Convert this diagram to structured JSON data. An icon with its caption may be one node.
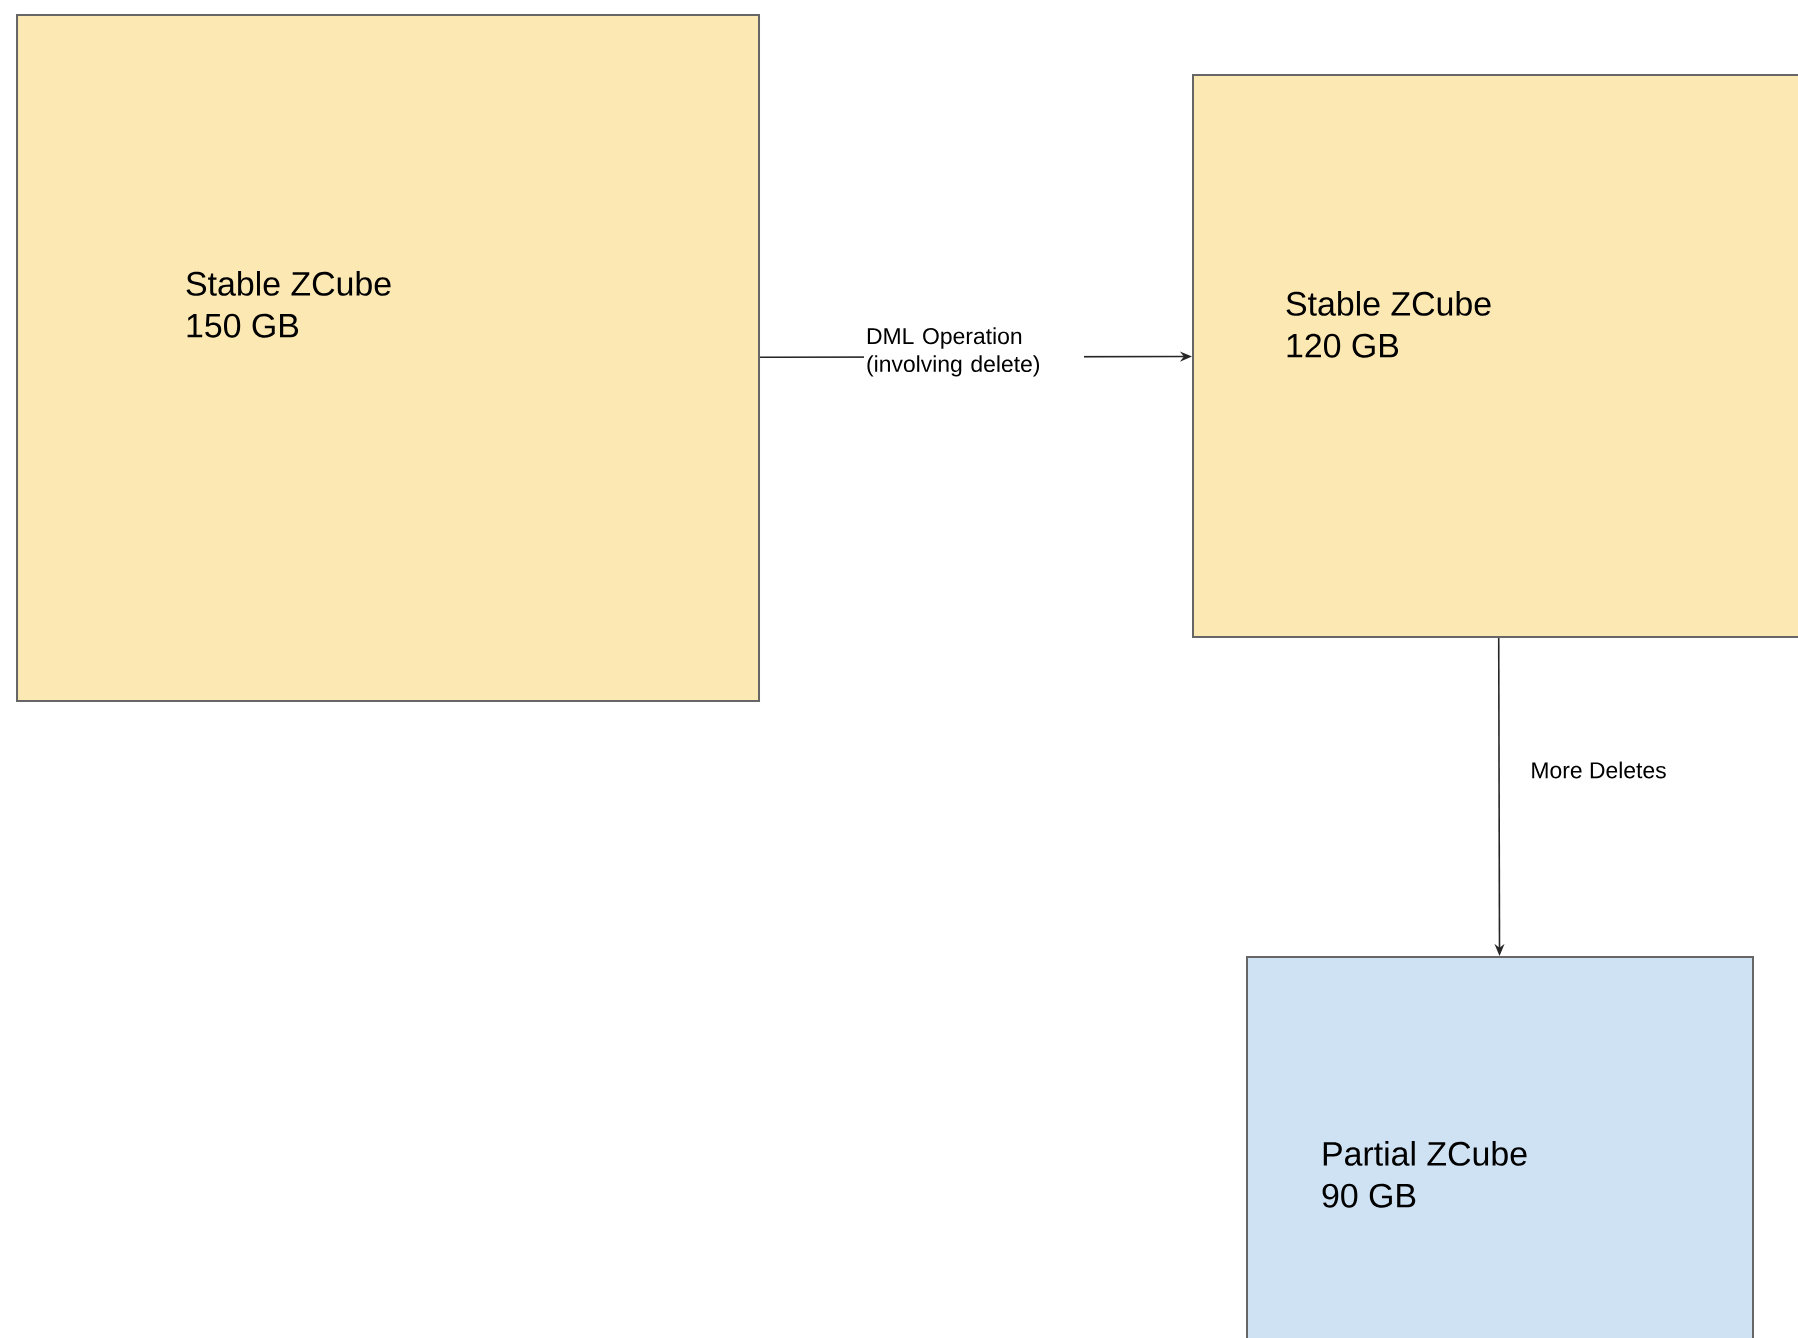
{
  "diagram": {
    "nodes": [
      {
        "text": [
          "Stable ZCube",
          "150 GB"
        ]
      },
      {
        "text": [
          "Stable ZCube",
          "120 GB"
        ]
      },
      {
        "text": [
          "Partial ZCube",
          "90 GB"
        ]
      }
    ],
    "edges": [
      {
        "from": 0,
        "to": 1,
        "arrow": "to",
        "label": "DML Operation (involving delete)"
      },
      {
        "from": 1,
        "to": 2,
        "arrow": "to",
        "label": "More Deletes"
      }
    ]
  }
}
